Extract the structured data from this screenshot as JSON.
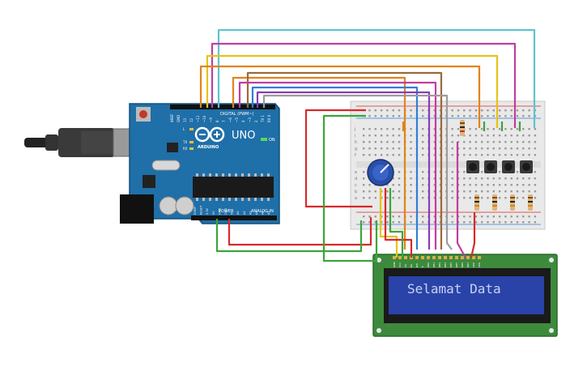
{
  "arduino": {
    "model_label": "UNO",
    "brand_label": "ARDUINO",
    "digital_label": "DIGITAL (PWM~)",
    "power_label": "POWER",
    "analog_label": "ANALOG IN",
    "on_label": "ON",
    "tx_label": "TX",
    "rx_label": "RX",
    "l_label": "L",
    "digital_pins": [
      "AREF",
      "GND",
      "13",
      "12",
      "~11",
      "~10",
      "~9",
      "8",
      "7",
      "~6",
      "~5",
      "4",
      "~3",
      "2",
      "TX 1",
      "RX 0"
    ],
    "power_pins": [
      "IOREF",
      "RESET",
      "3.3V",
      "5V",
      "GND",
      "GND",
      "Vin"
    ],
    "analog_pins": [
      "A0",
      "A1",
      "A2",
      "A3",
      "A4",
      "A5"
    ]
  },
  "breadboard": {
    "row_letters_top": [
      "j",
      "i",
      "h",
      "g",
      "f"
    ],
    "row_letters_bottom": [
      "e",
      "d",
      "c",
      "b",
      "a"
    ]
  },
  "lcd": {
    "display_text": "Selamat Data",
    "pins": [
      "GND",
      "VCC",
      "V0",
      "RS",
      "RW",
      "E",
      "DB0",
      "DB1",
      "DB2",
      "DB3",
      "DB4",
      "DB5",
      "DB6",
      "DB7",
      "LED",
      "LED"
    ]
  },
  "colors": {
    "arduino_blue": "#1f6fa8",
    "breadboard": "#e9e9e9",
    "lcd_pcb": "#3d8a3d",
    "lcd_screen": "#2a43a8",
    "lcd_text": "#c8d2f5",
    "wire_red": "#d9282c",
    "wire_green": "#3aa63a",
    "wire_orange": "#e0841a",
    "wire_yellow": "#e6c21a",
    "wire_cyan": "#5fc3d0",
    "wire_magenta": "#c23da0",
    "wire_purple": "#8a3cb8",
    "wire_blue": "#2f7fd6",
    "wire_brown": "#9a6a3a",
    "wire_gray": "#9c9c9c"
  }
}
